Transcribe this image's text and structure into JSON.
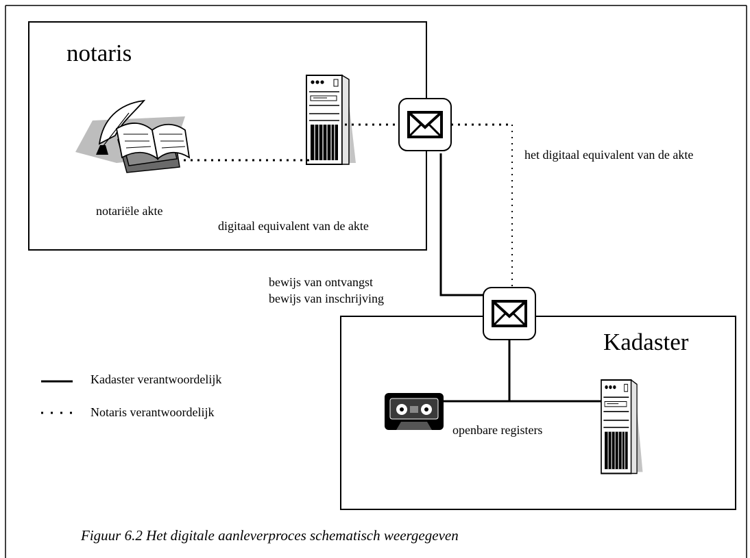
{
  "notaris": {
    "title": "notaris",
    "deed_label": "notariële akte",
    "digital_label": "digitaal equivalent van de akte"
  },
  "transfer_label": "het digitaal equivalent van de akte",
  "receipts": {
    "line1": "bewijs van ontvangst",
    "line2": "bewijs van inschrijving"
  },
  "kadaster": {
    "title": "Kadaster",
    "registers_label": "openbare registers"
  },
  "legend": {
    "solid": "Kadaster verantwoordelijk",
    "dotted": "Notaris verantwoordelijk"
  },
  "caption": "Figuur 6.2 Het digitale aanleverproces schematisch weergegeven",
  "icons": [
    "quill-book-icon",
    "server-icon",
    "envelope-icon",
    "tape-cassette-icon"
  ],
  "colors": {
    "line": "#000000",
    "shadow": "#bdbdbd",
    "background": "#ffffff"
  }
}
